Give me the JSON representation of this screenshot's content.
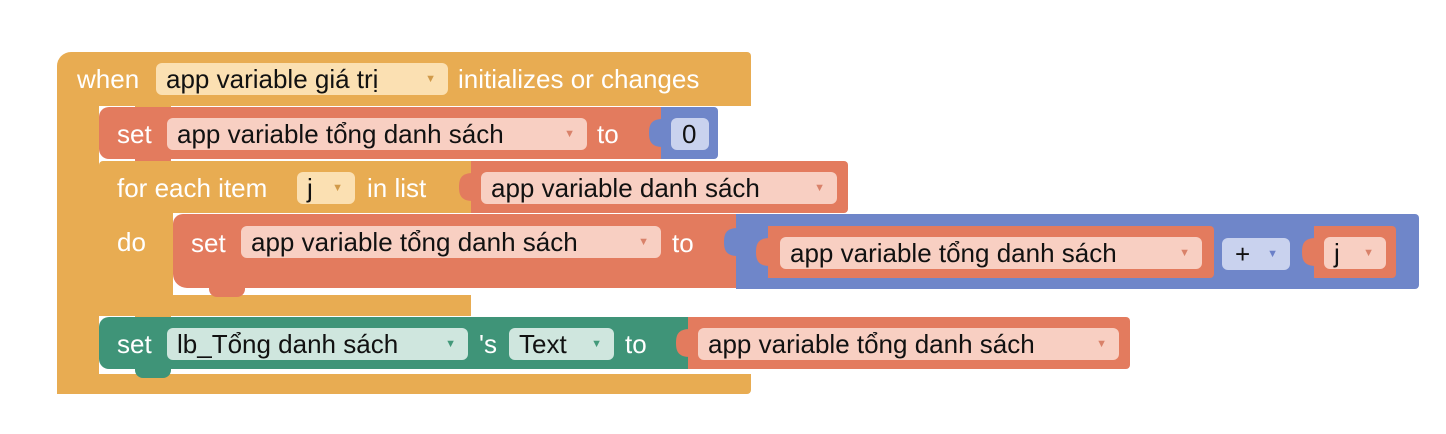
{
  "event_block": {
    "when_label": "when",
    "variable_dropdown": "app variable giá trị",
    "event_suffix": "initializes or changes",
    "color": "#e8ac52"
  },
  "set_total_block": {
    "set_label": "set",
    "variable_dropdown": "app variable tổng danh sách",
    "to_label": "to",
    "value": "0",
    "color": "#e37b5e"
  },
  "for_each_block": {
    "for_each_label": "for each item",
    "item_dropdown": "j",
    "in_list_label": "in list",
    "list_dropdown": "app variable danh sách",
    "do_label": "do",
    "color": "#e8ac52"
  },
  "inner_set_block": {
    "set_label": "set",
    "variable_dropdown": "app variable tổng danh sách",
    "to_label": "to",
    "math_left_dropdown": "app variable tổng danh sách",
    "operator_dropdown": "+",
    "math_right_dropdown": "j",
    "math_color": "#6f86c9"
  },
  "set_label_block": {
    "set_label": "set",
    "component_dropdown": "lb_Tổng danh sách",
    "possessive_label": "'s",
    "property_dropdown": "Text",
    "to_label": "to",
    "value_dropdown": "app variable tổng danh sách",
    "color": "#3f9478"
  },
  "icons": {
    "dropdown_arrow": "dropdown-arrow-icon",
    "arrow_glyph": "▼"
  }
}
